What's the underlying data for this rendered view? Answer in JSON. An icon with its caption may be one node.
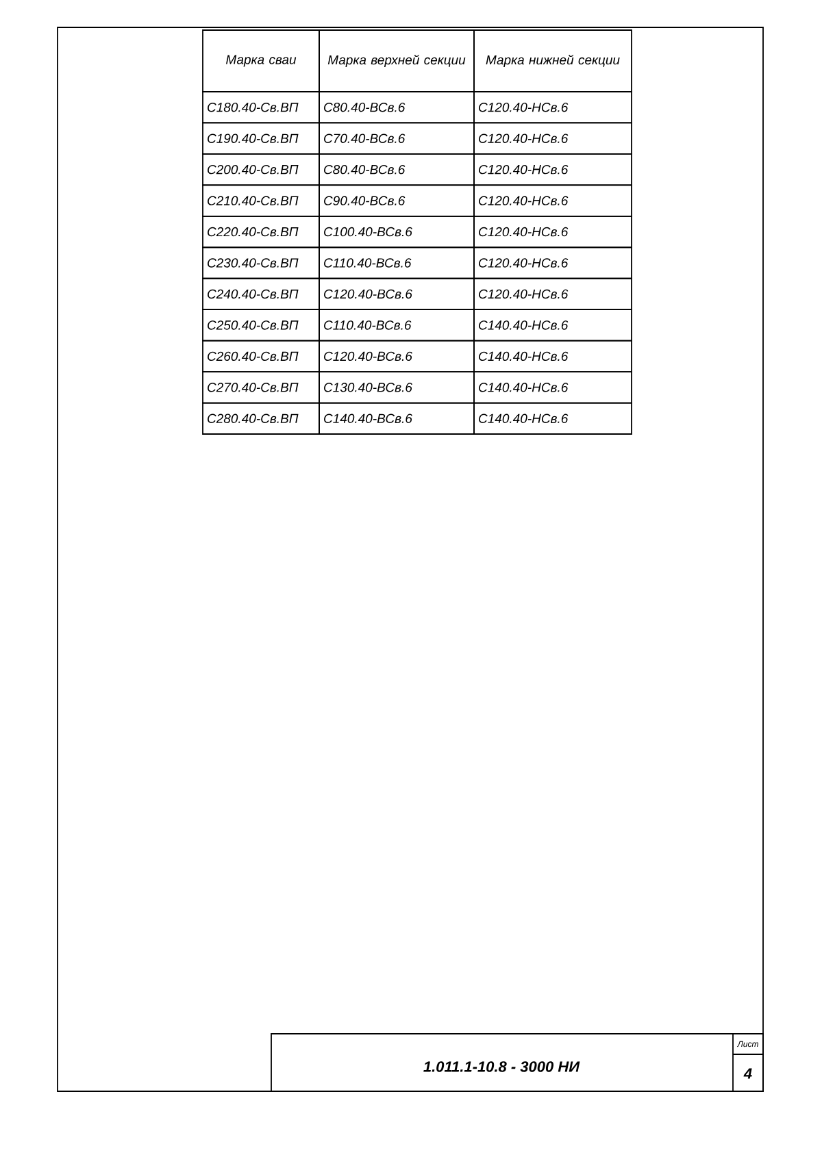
{
  "diagram": {
    "labels": [
      "Марка сваи",
      "Марка верхней секции",
      "Марка нижней секции",
      "С180.40-Св.ВП",
      "С80.40-ВСв.6",
      "С120.40-НСв.6",
      "С190.40-Св.ВП",
      "С70.40-ВСв.6",
      "С120.40-НСв.6",
      "С200.40-Св.ВП",
      "С80.40-ВСв.6",
      "С120.40-НСв.6",
      "С210.40-Св.ВП",
      "С90.40-ВСв.6",
      "С120.40-НСв.6",
      "С220.40-Св.ВП",
      "С100.40-ВСв.6",
      "С120.40-НСв.6",
      "С230.40-Св.ВП",
      "С110.40-ВСв.6",
      "С120.40-НСв.6",
      "С240.40-Св.ВП",
      "С120.40-ВСв.6",
      "С120.40-НСв.6",
      "С250.40-Св.ВП",
      "С110.40-ВСв.6",
      "С140.40-НСв.6",
      "С260.40-Св.ВП",
      "С120.40-ВСв.6",
      "С140.40-НСв.6",
      "С270.40-Св.ВП",
      "С130.40-ВСв.6",
      "С140.40-НСв.6",
      "С280.40-Св.ВП",
      "С140.40-ВСв.6",
      "С140.40-НСв.6",
      "1.011.1-10.8 - 3000 НИ",
      "Лист",
      "4"
    ]
  }
}
